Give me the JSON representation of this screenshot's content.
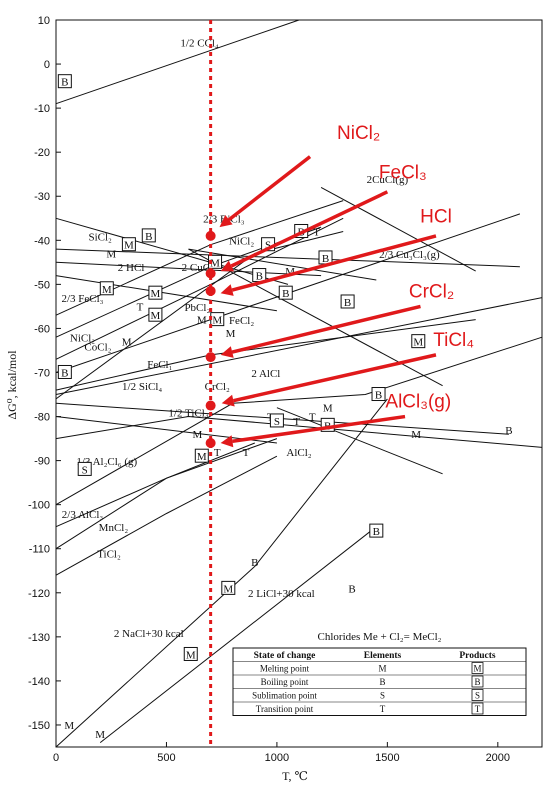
{
  "chart_data": {
    "type": "line",
    "xlabel": "T, ℃",
    "ylabel": "ΔG⁰, kcal/mol",
    "xlim": [
      0,
      2200
    ],
    "ylim": [
      -155,
      10
    ],
    "xticks": [
      0,
      500,
      1000,
      1500,
      2000
    ],
    "yticks": [
      10,
      0,
      -10,
      -20,
      -30,
      -40,
      -50,
      -60,
      -70,
      -80,
      -90,
      -100,
      -110,
      -120,
      -130,
      -140,
      -150
    ],
    "grid": false,
    "series": [
      {
        "x": [
          0,
          1100
        ],
        "y": [
          -9,
          10
        ]
      },
      {
        "x": [
          0,
          1050
        ],
        "y": [
          -35,
          -50
        ]
      },
      {
        "x": [
          0,
          1200
        ],
        "y": [
          -45,
          -48
        ]
      },
      {
        "x": [
          0,
          1000
        ],
        "y": [
          -48,
          -56
        ]
      },
      {
        "x": [
          0,
          700,
          1300
        ],
        "y": [
          -57,
          -41,
          -31
        ]
      },
      {
        "x": [
          0,
          700,
          1200
        ],
        "y": [
          -62,
          -46,
          -37
        ]
      },
      {
        "x": [
          0,
          700,
          1300
        ],
        "y": [
          -67,
          -50,
          -35
        ]
      },
      {
        "x": [
          0,
          900,
          1300
        ],
        "y": [
          -76,
          -43,
          -38
        ]
      },
      {
        "x": [
          0,
          2100
        ],
        "y": [
          -70,
          -34
        ]
      },
      {
        "x": [
          0,
          2100
        ],
        "y": [
          -42,
          -46
        ]
      },
      {
        "x": [
          600,
          1450
        ],
        "y": [
          -42,
          -49
        ]
      },
      {
        "x": [
          0,
          2200
        ],
        "y": [
          -75,
          -53
        ]
      },
      {
        "x": [
          0,
          700,
          1900
        ],
        "y": [
          -74,
          -66,
          -58
        ]
      },
      {
        "x": [
          600,
          1750
        ],
        "y": [
          -42,
          -73
        ]
      },
      {
        "x": [
          1200,
          1900
        ],
        "y": [
          -28,
          -47
        ]
      },
      {
        "x": [
          0,
          2050
        ],
        "y": [
          -77,
          -84
        ]
      },
      {
        "x": [
          0,
          600,
          2200
        ],
        "y": [
          -85,
          -80,
          -87
        ]
      },
      {
        "x": [
          0,
          1000
        ],
        "y": [
          -80,
          -86
        ]
      },
      {
        "x": [
          1000,
          1750
        ],
        "y": [
          -78,
          -93
        ]
      },
      {
        "x": [
          0,
          800,
          1400,
          2200
        ],
        "y": [
          -100,
          -77,
          -75,
          -62
        ]
      },
      {
        "x": [
          0,
          500,
          900
        ],
        "y": [
          -105,
          -94,
          -86
        ]
      },
      {
        "x": [
          0,
          500,
          1000
        ],
        "y": [
          -110,
          -94,
          -85
        ]
      },
      {
        "x": [
          0,
          500,
          1000
        ],
        "y": [
          -116,
          -102,
          -89
        ]
      },
      {
        "x": [
          0,
          900,
          1500
        ],
        "y": [
          -155,
          -114,
          -76
        ]
      },
      {
        "x": [
          200,
          1450
        ],
        "y": [
          -154,
          -105
        ]
      }
    ],
    "labels": [
      {
        "text": "1/2 CCl₄",
        "x": 650,
        "y": 4
      },
      {
        "text": "SiCl₂",
        "x": 200,
        "y": -40
      },
      {
        "text": "2 HCl",
        "x": 340,
        "y": -47
      },
      {
        "text": "2 CuCl",
        "x": 640,
        "y": -47
      },
      {
        "text": "2/3 BiCl₃",
        "x": 760,
        "y": -36
      },
      {
        "text": "NiCl₂",
        "x": 840,
        "y": -41
      },
      {
        "text": "2CuCl(g)",
        "x": 1500,
        "y": -27
      },
      {
        "text": "2/3 Cu₃Cl₃(g)",
        "x": 1600,
        "y": -44
      },
      {
        "text": "2/3 FeCl₃",
        "x": 120,
        "y": -54
      },
      {
        "text": "PbCl₂",
        "x": 640,
        "y": -56
      },
      {
        "text": "FeCl₂",
        "x": 840,
        "y": -59
      },
      {
        "text": "NiCl₂",
        "x": 120,
        "y": -63
      },
      {
        "text": "CoCl₂",
        "x": 190,
        "y": -65
      },
      {
        "text": "FeCl₁",
        "x": 470,
        "y": -69
      },
      {
        "text": "1/2 SiCl₄",
        "x": 390,
        "y": -74
      },
      {
        "text": "CrCl₂",
        "x": 730,
        "y": -74
      },
      {
        "text": "2 AlCl",
        "x": 950,
        "y": -71
      },
      {
        "text": "1/2 TiCl₄",
        "x": 600,
        "y": -80
      },
      {
        "text": "1/3 Al₂Cl₆ (g)",
        "x": 230,
        "y": -91
      },
      {
        "text": "AlCl₂",
        "x": 1100,
        "y": -89
      },
      {
        "text": "2/3 AlCl₃",
        "x": 120,
        "y": -103
      },
      {
        "text": "MnCl₂",
        "x": 260,
        "y": -106
      },
      {
        "text": "TiCl₂",
        "x": 240,
        "y": -112
      },
      {
        "text": "2 NaCl+30 kcal",
        "x": 420,
        "y": -130
      },
      {
        "text": "2 LiCl+30 kcal",
        "x": 1020,
        "y": -121
      }
    ],
    "markers": [
      {
        "t": "B",
        "x": 40,
        "y": -4,
        "box": true
      },
      {
        "t": "M",
        "x": 330,
        "y": -41,
        "box": true
      },
      {
        "t": "M",
        "x": 250,
        "y": -43,
        "box": false
      },
      {
        "t": "B",
        "x": 420,
        "y": -39,
        "box": true
      },
      {
        "t": "M",
        "x": 720,
        "y": -45,
        "box": true
      },
      {
        "t": "S",
        "x": 960,
        "y": -41,
        "box": true
      },
      {
        "t": "B",
        "x": 1110,
        "y": -38,
        "box": true
      },
      {
        "t": "T",
        "x": 1180,
        "y": -38,
        "box": false
      },
      {
        "t": "B",
        "x": 1220,
        "y": -44,
        "box": true
      },
      {
        "t": "M",
        "x": 1060,
        "y": -47,
        "box": false
      },
      {
        "t": "B",
        "x": 920,
        "y": -48,
        "box": true
      },
      {
        "t": "M",
        "x": 230,
        "y": -51,
        "box": true
      },
      {
        "t": "M",
        "x": 450,
        "y": -52,
        "box": true
      },
      {
        "t": "T",
        "x": 380,
        "y": -55,
        "box": false
      },
      {
        "t": "M",
        "x": 450,
        "y": -57,
        "box": true
      },
      {
        "t": "M",
        "x": 730,
        "y": -58,
        "box": true
      },
      {
        "t": "M",
        "x": 660,
        "y": -58,
        "box": false
      },
      {
        "t": "B",
        "x": 1040,
        "y": -52,
        "box": true
      },
      {
        "t": "B",
        "x": 1320,
        "y": -54,
        "box": true
      },
      {
        "t": "M",
        "x": 790,
        "y": -61,
        "box": false
      },
      {
        "t": "M",
        "x": 320,
        "y": -63,
        "box": false
      },
      {
        "t": "M",
        "x": 1640,
        "y": -63,
        "box": true
      },
      {
        "t": "B",
        "x": 40,
        "y": -70,
        "box": true
      },
      {
        "t": "T",
        "x": 970,
        "y": -80,
        "box": false
      },
      {
        "t": "M",
        "x": 640,
        "y": -84,
        "box": false
      },
      {
        "t": "B",
        "x": 1460,
        "y": -75,
        "box": true
      },
      {
        "t": "S",
        "x": 1000,
        "y": -81,
        "box": true
      },
      {
        "t": "T",
        "x": 1090,
        "y": -81,
        "box": false
      },
      {
        "t": "T",
        "x": 1160,
        "y": -80,
        "box": false
      },
      {
        "t": "M",
        "x": 1230,
        "y": -78,
        "box": false
      },
      {
        "t": "B",
        "x": 1230,
        "y": -82,
        "box": true
      },
      {
        "t": "M",
        "x": 1630,
        "y": -84,
        "box": false
      },
      {
        "t": "B",
        "x": 2050,
        "y": -83,
        "box": false
      },
      {
        "t": "M",
        "x": 660,
        "y": -89,
        "box": true
      },
      {
        "t": "T",
        "x": 730,
        "y": -88,
        "box": false
      },
      {
        "t": "T",
        "x": 860,
        "y": -88,
        "box": false
      },
      {
        "t": "S",
        "x": 130,
        "y": -92,
        "box": true
      },
      {
        "t": "B",
        "x": 1450,
        "y": -106,
        "box": true
      },
      {
        "t": "B",
        "x": 900,
        "y": -113,
        "box": false
      },
      {
        "t": "M",
        "x": 780,
        "y": -119,
        "box": true
      },
      {
        "t": "B",
        "x": 1340,
        "y": -119,
        "box": false
      },
      {
        "t": "M",
        "x": 610,
        "y": -134,
        "box": true
      },
      {
        "t": "M",
        "x": 60,
        "y": -150,
        "box": false
      },
      {
        "t": "M",
        "x": 200,
        "y": -152,
        "box": false
      }
    ],
    "vline": {
      "x": 700
    },
    "dots": [
      -39,
      -47.5,
      -51.5,
      -66.5,
      -77.5,
      -86
    ],
    "annotations": [
      {
        "text": "NiCl₂",
        "tx": 1370,
        "ty": -17,
        "ex": 1150,
        "ey": -21,
        "hx": 740,
        "hy": -37
      },
      {
        "text": "FeCl₃",
        "tx": 1570,
        "ty": -26,
        "ex": 1500,
        "ey": -29,
        "hx": 745,
        "hy": -47
      },
      {
        "text": "HCl",
        "tx": 1720,
        "ty": -36,
        "ex": 1720,
        "ey": -39,
        "hx": 745,
        "hy": -52
      },
      {
        "text": "CrCl₂",
        "tx": 1700,
        "ty": -53,
        "ex": 1650,
        "ey": -55,
        "hx": 745,
        "hy": -66
      },
      {
        "text": "TiCl₄",
        "tx": 1800,
        "ty": -64,
        "ex": 1720,
        "ey": -66,
        "hx": 750,
        "hy": -77
      },
      {
        "text": "AlCl₃(g)",
        "tx": 1640,
        "ty": -78,
        "ex": 1580,
        "ey": -80,
        "hx": 745,
        "hy": -86
      }
    ]
  },
  "legend": {
    "title": "Chlorides Me + Cl₂= MeCl₂",
    "headers": [
      "State of change",
      "Elements",
      "Products"
    ],
    "rows": [
      {
        "state": "Melting point",
        "elem": "M",
        "prod": "M"
      },
      {
        "state": "Boiling point",
        "elem": "B",
        "prod": "B"
      },
      {
        "state": "Sublimation point",
        "elem": "S",
        "prod": "S"
      },
      {
        "state": "Transition point",
        "elem": "T",
        "prod": "T"
      }
    ]
  },
  "colors": {
    "line": "#111111",
    "accent": "#e0191b"
  }
}
